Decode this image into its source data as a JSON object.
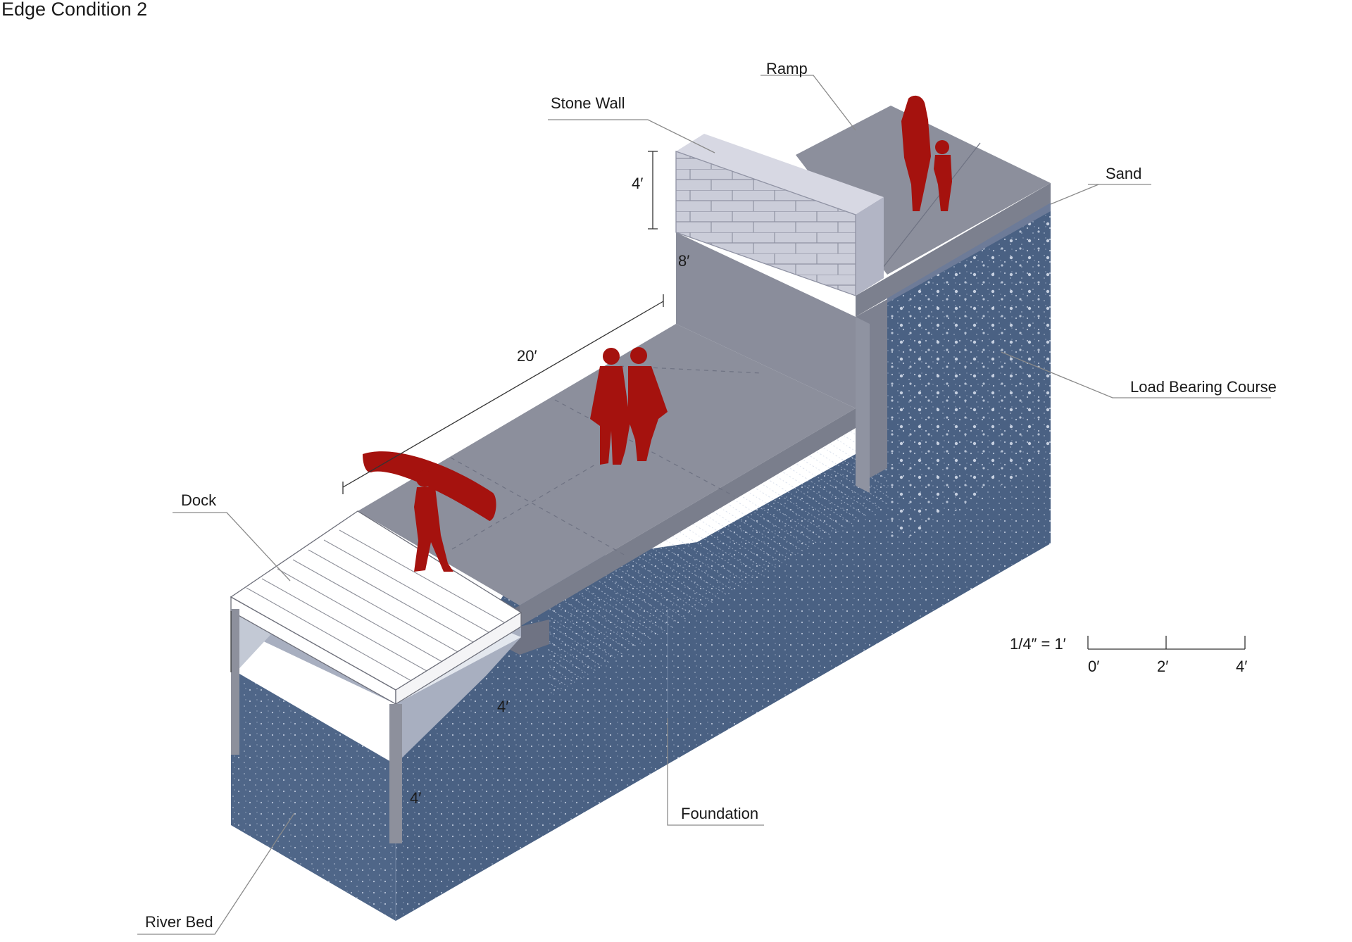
{
  "title": "Edge Condition 2",
  "labels": {
    "ramp": "Ramp",
    "stone_wall": "Stone Wall",
    "sand": "Sand",
    "load_bearing_course": "Load Bearing Course",
    "dock": "Dock",
    "foundation": "Foundation",
    "river_bed": "River Bed"
  },
  "dimensions": {
    "wall_height": "4′",
    "wall_base": "8′",
    "walkway_length": "20′",
    "water_depth": "4′",
    "post_depth": "4′"
  },
  "scale": {
    "ratio": "1/4″ = 1′",
    "ticks": [
      "0′",
      "2′",
      "4′"
    ]
  },
  "colors": {
    "soil": "#4d6385",
    "paving": "#8c8f9c",
    "paving_side": "#7c808e",
    "stone": "#c9cbd8",
    "figures": "#a5120e",
    "water": "#aab1c2",
    "dock": "#ffffff"
  }
}
